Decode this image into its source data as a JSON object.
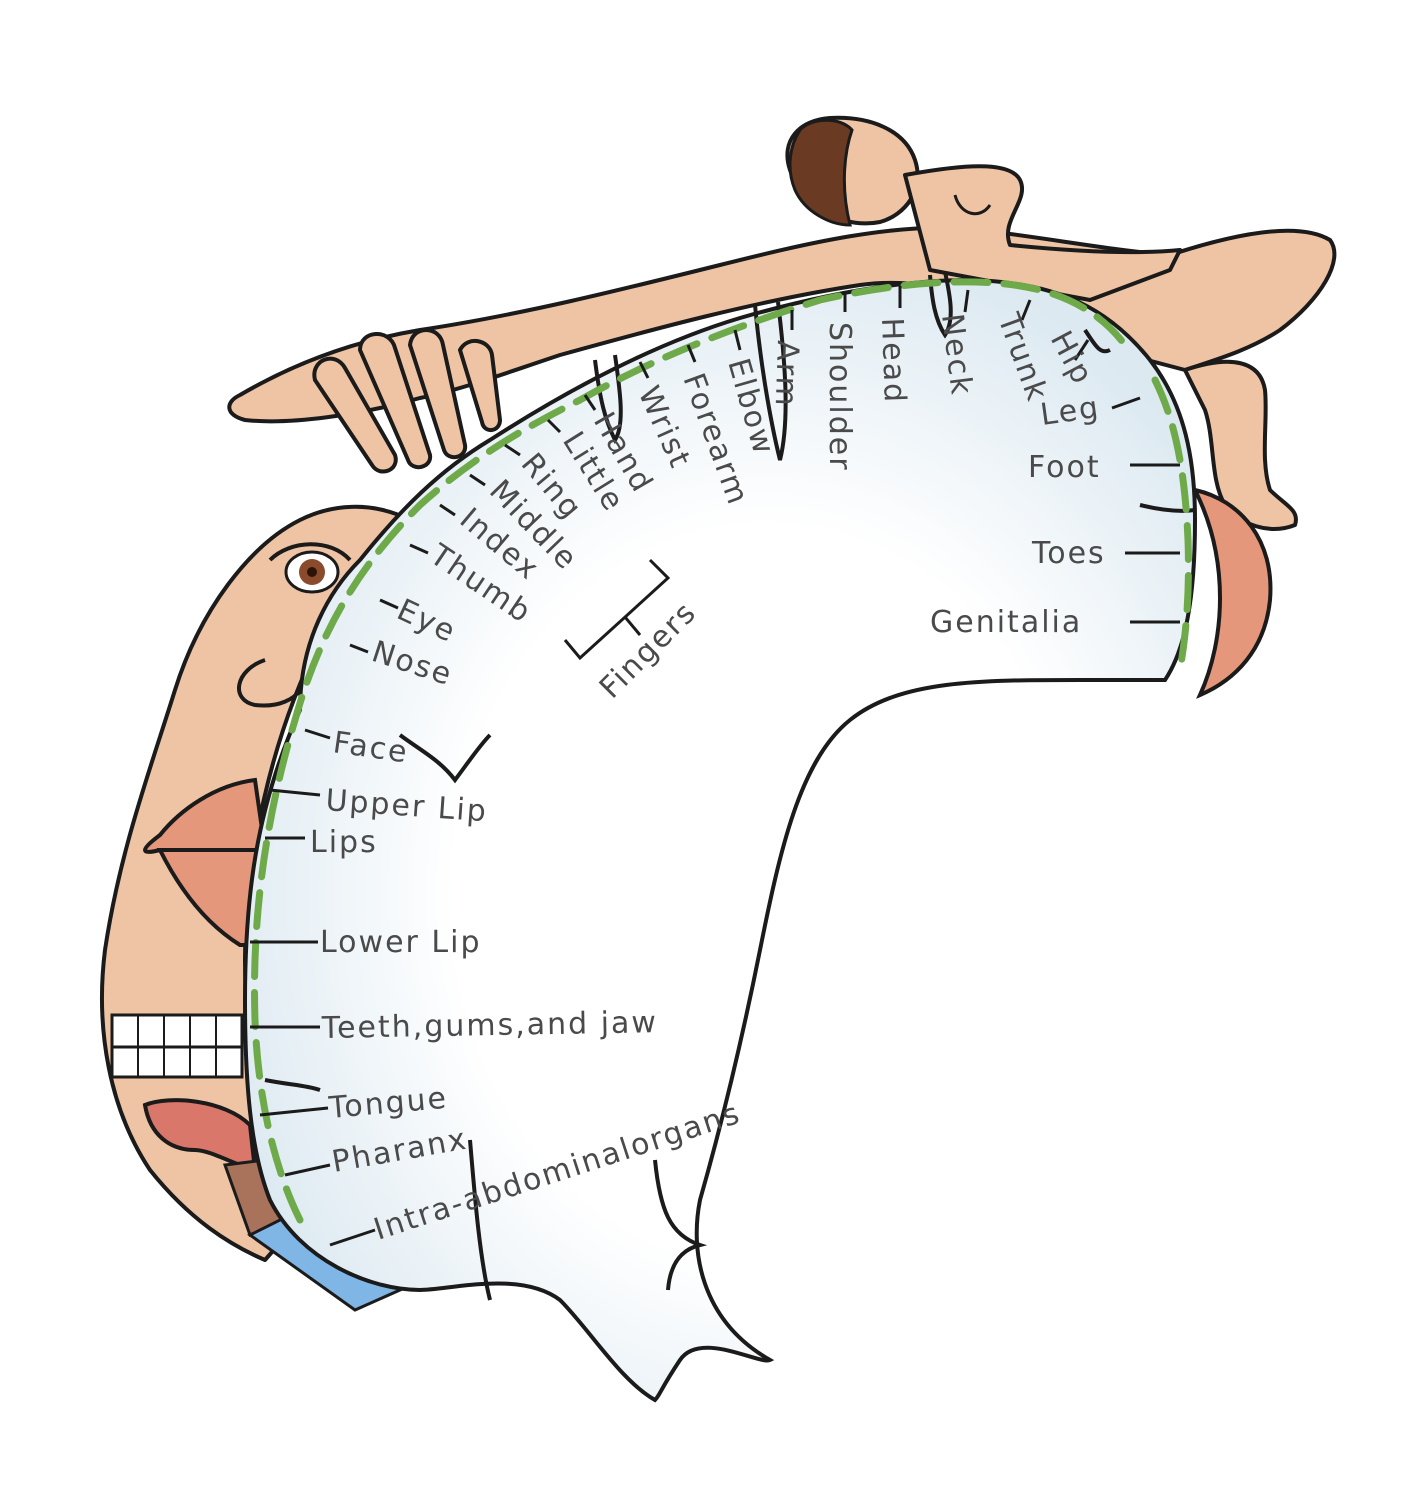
{
  "labels": {
    "hip": "Hip",
    "trunk": "Trunk",
    "neck": "Neck",
    "head": "Head",
    "shoulder": "Shoulder",
    "arm": "Arm",
    "elbow": "Elbow",
    "forearm": "Forearm",
    "wrist": "Wrist",
    "hand": "Hand",
    "little": "Little",
    "ring": "Ring",
    "middle": "Middle",
    "index": "Index",
    "thumb": "Thumb",
    "eye": "Eye",
    "nose": "Nose",
    "fingers": "Fingers",
    "leg": "Leg",
    "foot": "Foot",
    "toes": "Toes",
    "genitalia": "Genitalia",
    "face": "Face",
    "upper_lip": "Upper Lip",
    "lips": "Lips",
    "lower_lip": "Lower Lip",
    "teeth": "Teeth,gums,and jaw",
    "tongue": "Tongue",
    "pharynx": "Pharanx",
    "intra": "Intra-abdominalorgans"
  },
  "colors": {
    "skin": "#efc4a4",
    "brain_fill": "#eef4f8",
    "region_dash": "#6faa4a",
    "outline": "#1b1b1b",
    "label_text": "#4a4a4a",
    "hair": "#6b3a22",
    "tongue": "#d9776a",
    "throat_blue": "#7fb6e6"
  }
}
